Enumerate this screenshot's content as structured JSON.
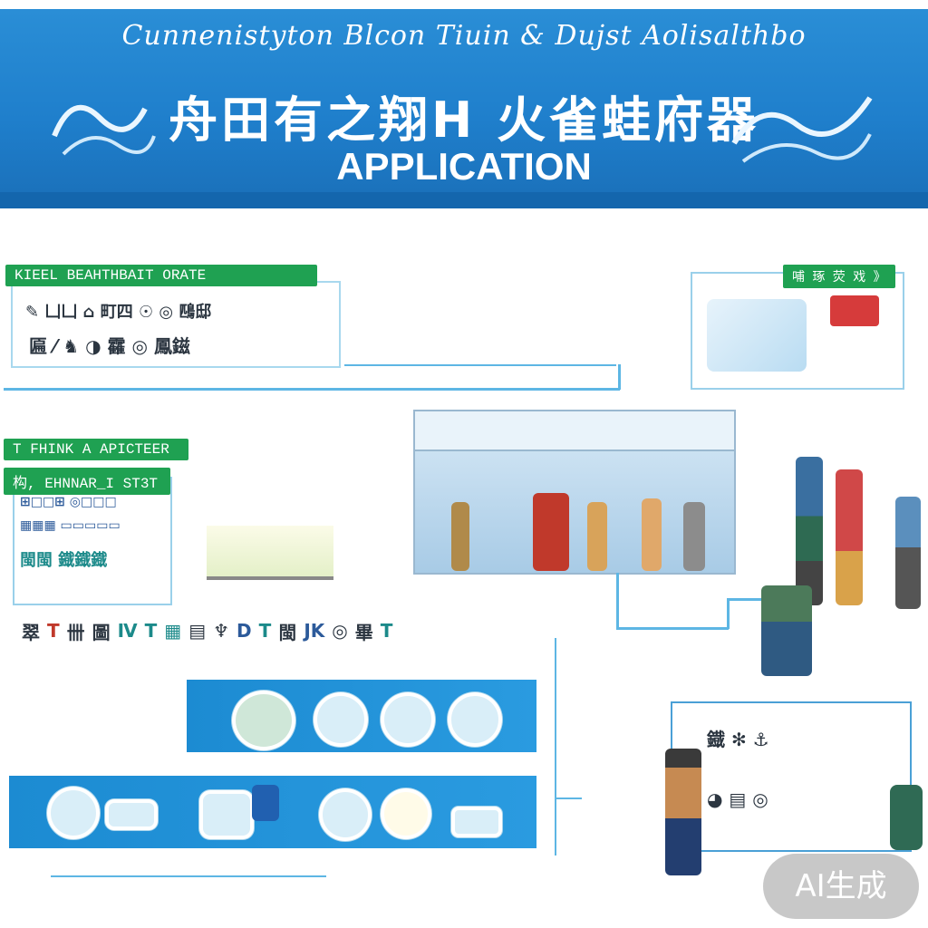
{
  "banner": {
    "subtitle": "Cunnenistyton Blcon Tiuin & Dujst Aolisalthbo",
    "title_cn": "舟田有之翔H 火雀蛙府器",
    "title_en": "APPLICATION"
  },
  "panels": {
    "top_left_tag": "KIEEL BEAHTHBAIT ORATE",
    "top_right_tag": "哺 琢 荧 戏 》",
    "mid_left_tag1": "T FHINK A APICTEER",
    "mid_left_tag2": "构, EHNNAR_I ST3T"
  },
  "glyph_rows": {
    "row1": "✎ 凵凵 ⌂ 町四 ☉ ◎ 鴄邸",
    "row2": "匾 ⁄ ♞ ◑ 靃 ◎ 鳳鎡",
    "icon_strip": [
      "翠",
      "T",
      "卌",
      "圖",
      "Ⅳ",
      "T",
      "▦",
      "▤",
      "♆",
      "D",
      "T",
      "閩",
      "JK",
      "◎",
      "畢",
      "T"
    ]
  },
  "colors": {
    "banner": "#1f7fcc",
    "tag": "#1fa152",
    "line": "#5db6e4"
  },
  "badge": {
    "label": "AI生成"
  }
}
